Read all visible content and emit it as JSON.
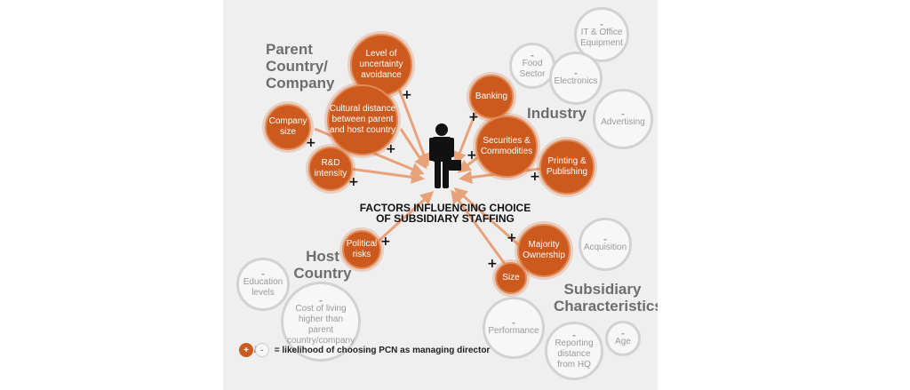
{
  "title": "FACTORS INFLUENCING CHOICE OF SUBSIDIARY STAFFING",
  "groups": {
    "parent": "Parent Country/ Company",
    "industry": "Industry",
    "host": "Host Country",
    "subsidiary": "Subsidiary Characteristics"
  },
  "positive_factors": [
    "Level of uncertainty avoidance",
    "Cultural distance between parent and host country",
    "Company size",
    "R&D intensity",
    "Banking",
    "Securities & Commodities",
    "Printing & Publishing",
    "Political risks",
    "Majority Ownership",
    "Size"
  ],
  "negative_factors": [
    "IT & Office Equipment",
    "Food Sector",
    "Electronics",
    "Advertising",
    "Acquisition",
    "Education levels",
    "Cost of living higher than parent country/company",
    "Performance",
    "Reporting distance from HQ",
    "Age"
  ],
  "legend": {
    "plus": "+",
    "minus": "-",
    "text": "= likelihood of choosing PCN as managing director"
  },
  "colors": {
    "positive": "#cc5a1f",
    "arrow": "#e8a27a",
    "negative_fill": "#f7f7f7",
    "negative_border": "#d2d2d2",
    "group_text": "#6e6e6e",
    "background": "#efefef"
  },
  "icons": [
    "businessman-with-briefcase-icon"
  ]
}
